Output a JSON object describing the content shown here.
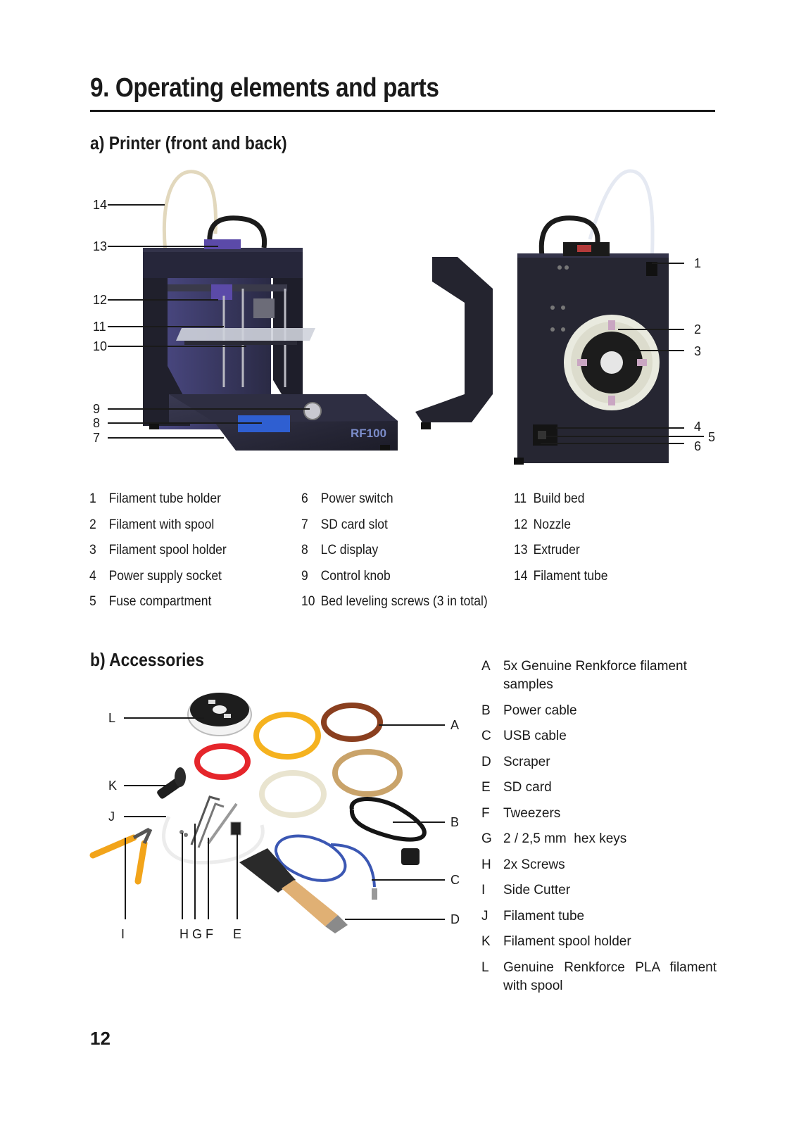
{
  "heading": "9. Operating elements and parts",
  "section_a": {
    "title": "a) Printer (front and back)",
    "front_callouts": [
      "14",
      "13",
      "12",
      "11",
      "10",
      "9",
      "8",
      "7"
    ],
    "back_callouts": [
      "1",
      "2",
      "3",
      "4",
      "5",
      "6"
    ],
    "parts": [
      {
        "num": "1",
        "label": "Filament tube holder"
      },
      {
        "num": "2",
        "label": "Filament with spool"
      },
      {
        "num": "3",
        "label": "Filament spool holder"
      },
      {
        "num": "4",
        "label": "Power supply socket"
      },
      {
        "num": "5",
        "label": "Fuse compartment"
      },
      {
        "num": "6",
        "label": "Power switch"
      },
      {
        "num": "7",
        "label": "SD card slot"
      },
      {
        "num": "8",
        "label": "LC display"
      },
      {
        "num": "9",
        "label": "Control knob"
      },
      {
        "num": "10",
        "label": "Bed leveling screws (3 in total)"
      },
      {
        "num": "11",
        "label": "Build bed"
      },
      {
        "num": "12",
        "label": "Nozzle"
      },
      {
        "num": "13",
        "label": "Extruder"
      },
      {
        "num": "14",
        "label": "Filament tube"
      }
    ],
    "printer_logo_text": "RF100"
  },
  "section_b": {
    "title": "b) Accessories",
    "callouts": {
      "L": "L",
      "K": "K",
      "J": "J",
      "A": "A",
      "B": "B",
      "C": "C",
      "D": "D",
      "I": "I",
      "HGF": "H G F",
      "E": "E"
    },
    "items": [
      {
        "letter": "A",
        "label": "5x Genuine Renkforce filament samples"
      },
      {
        "letter": "B",
        "label": "Power cable"
      },
      {
        "letter": "C",
        "label": "USB cable"
      },
      {
        "letter": "D",
        "label": "Scraper"
      },
      {
        "letter": "E",
        "label": "SD card"
      },
      {
        "letter": "F",
        "label": "Tweezers"
      },
      {
        "letter": "G",
        "label": "2 / 2,5 mm  hex keys"
      },
      {
        "letter": "H",
        "label": "2x Screws"
      },
      {
        "letter": "I",
        "label": "Side Cutter"
      },
      {
        "letter": "J",
        "label": "Filament tube"
      },
      {
        "letter": "K",
        "label": "Filament spool holder"
      },
      {
        "letter": "L",
        "label": "Genuine Renkforce PLA filament with spool"
      }
    ]
  },
  "page_number": "12",
  "colors": {
    "text": "#1a1a1a",
    "printer_body": "#23232f",
    "accent_purple": "#5b4aa8",
    "filament_yellow": "#f5b21f",
    "filament_red": "#e5262b",
    "filament_brown": "#8a3f1f",
    "filament_natural": "#e9e4cf",
    "filament_tan": "#c9a36a",
    "usb_blue": "#3b57b3",
    "cutter_orange": "#f2a41a"
  }
}
